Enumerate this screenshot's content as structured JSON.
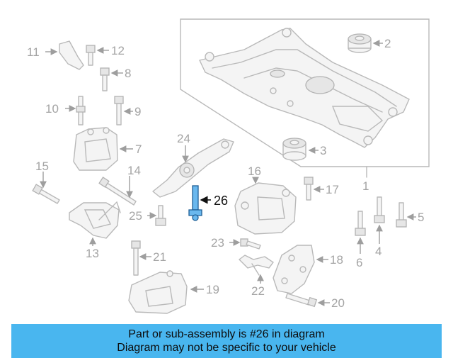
{
  "diagram": {
    "highlighted_part": "26",
    "part_numbers": [
      "1",
      "2",
      "3",
      "4",
      "5",
      "6",
      "7",
      "8",
      "9",
      "10",
      "11",
      "12",
      "13",
      "14",
      "15",
      "16",
      "17",
      "18",
      "19",
      "20",
      "21",
      "22",
      "23",
      "24",
      "25",
      "26"
    ],
    "colors": {
      "highlight": "#6ab8ee",
      "banner": "#49b6ef",
      "lines": "#b9b9b9"
    }
  },
  "banner": {
    "line1": "Part or sub-assembly is #26 in diagram",
    "line2": "Diagram may not be specific to your vehicle"
  }
}
